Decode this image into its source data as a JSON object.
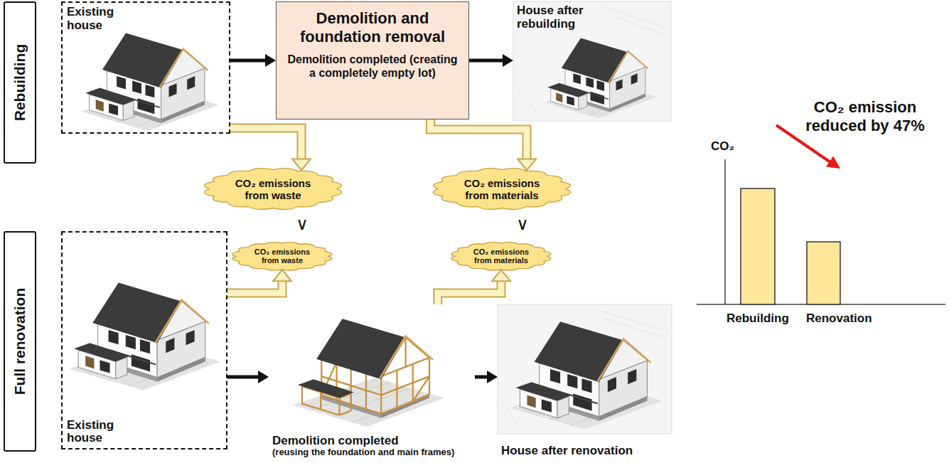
{
  "diagram": {
    "nodes": [
      {
        "text": [
          "Rebuilding"
        ]
      },
      {
        "text": [
          "Existing house"
        ]
      },
      {
        "text": [
          "Demolition and foundation removal",
          "Demolition completed (creating a completely empty lot)"
        ]
      },
      {
        "text": [
          "House after rebuilding"
        ]
      },
      {
        "text": [
          "CO₂ emissions from waste"
        ]
      },
      {
        "text": [
          "CO₂ emissions from materials"
        ]
      },
      {
        "text": [
          "Full renovation"
        ]
      },
      {
        "text": [
          "CO₂ emissions from waste"
        ]
      },
      {
        "text": [
          "CO₂ emissions from materials"
        ]
      },
      {
        "text": [
          "Existing house"
        ]
      },
      {
        "text": [
          "Demolition completed",
          "(reusing the foundation and main frames)"
        ]
      },
      {
        "text": [
          "House after renovation"
        ]
      }
    ],
    "edges": [
      {
        "from": 1,
        "to": 2,
        "arrow": "to"
      },
      {
        "from": 2,
        "to": 3,
        "arrow": "to"
      },
      {
        "from": 1,
        "to": 4,
        "arrow": "to"
      },
      {
        "from": 2,
        "to": 5,
        "arrow": "to"
      },
      {
        "from": 9,
        "to": 10,
        "arrow": "to"
      },
      {
        "from": 10,
        "to": 11,
        "arrow": "to"
      },
      {
        "from": 9,
        "to": 7,
        "arrow": "to"
      },
      {
        "from": 10,
        "to": 8,
        "arrow": "to"
      }
    ],
    "labels": [
      "∨",
      "∨",
      "CO₂",
      "CO₂ emission reduced by 47%",
      "Rebuilding",
      "Renovation"
    ]
  }
}
